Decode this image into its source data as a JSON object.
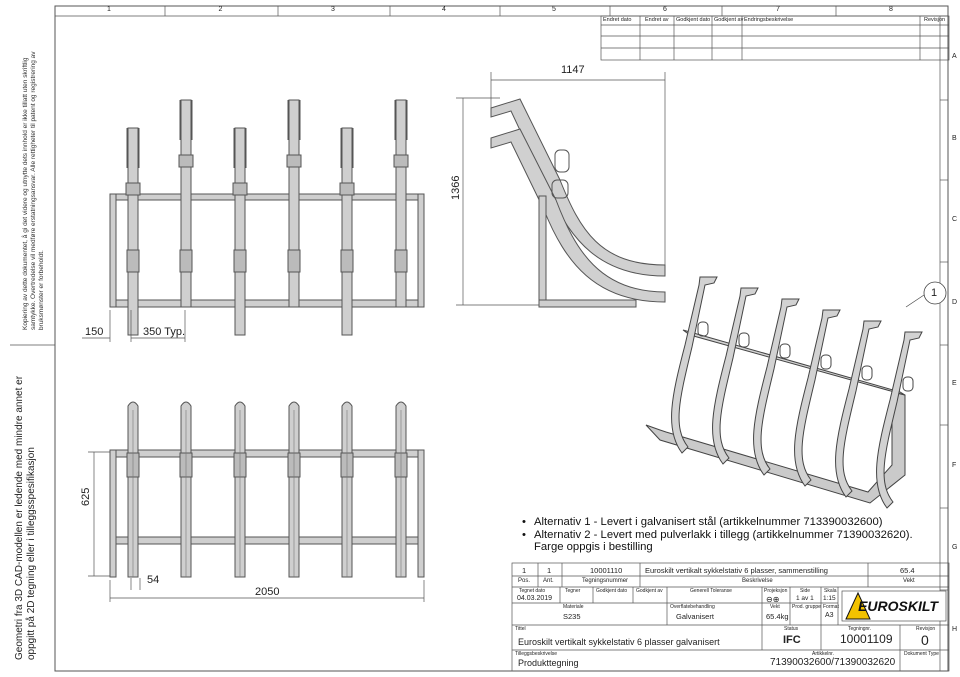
{
  "border": {
    "columns": [
      "1",
      "2",
      "3",
      "4",
      "5",
      "6",
      "7",
      "8"
    ],
    "rows": [
      "A",
      "B",
      "C",
      "D",
      "E",
      "F",
      "G",
      "H"
    ]
  },
  "sidenote_top": "Kopiering av dette dokumentet, å gi det videre og utnytte dets innhold er ikke tillatt uten skriftlig samtykke. Overtredelse vil medføre erstatningsansvar. Alle rettigheter til patent og registrering av bruksmønster er forbeholdt.",
  "sidenote_bottom": "Geometri fra 3D CAD-modellen er ledende med mindre annet er oppgitt på 2D tegning eller i tilleggsspesifikasjon",
  "revision_table": {
    "headers": [
      "Endret dato",
      "Endret av",
      "Godkjent dato",
      "Godkjent av",
      "Endringsbeskrivelse",
      "Revisjon"
    ]
  },
  "dimensions": {
    "d150": "150",
    "d350": "350 Typ.",
    "d1147": "1147",
    "d1366": "1366",
    "d625": "625",
    "d54": "54",
    "d2050": "2050"
  },
  "balloon": "1",
  "notes": {
    "bullet": "•",
    "alt1": "Alternativ 1 - Levert i galvanisert stål (artikkelnummer 713390032600)",
    "alt2": "Alternativ 2 - Levert med pulverlakk i tillegg (artikkelnummer 71390032620).",
    "alt2b": "Farge oppgis i bestilling"
  },
  "title_block": {
    "bom_row": [
      "1",
      "1",
      "10001110",
      "Euroskilt vertikalt sykkelstativ 6 plasser, sammenstilling",
      "65.4"
    ],
    "bom_headers": [
      "Pos.",
      "Ant.",
      "Tegningsnummer",
      "Beskrivelse",
      "Vekt"
    ],
    "tegnet_dato_label": "Tegnet dato",
    "tegnet_dato": "04.03.2019",
    "tegner_label": "Tegner",
    "godkjent_dato_label": "Godkjent dato",
    "godkjent_av_label": "Godkjent av",
    "generell_toleranse_label": "Generell Toleranse",
    "projeksjon_label": "Projeksjon",
    "side_label": "Side",
    "side": "1 av 1",
    "skala_label": "Skala",
    "skala": "1:15",
    "materiale_label": "Materiale",
    "materiale": "S235",
    "overflate_label": "Overflatebehandling",
    "overflate": "Galvanisert",
    "vekt_label": "Vekt",
    "vekt": "65.4kg",
    "prod_gruppe_label": "Prod. gruppe",
    "format_label": "Format",
    "format": "A3",
    "logo": "EUROSKILT",
    "tittel_label": "Tittel",
    "status_label": "Status",
    "status": "IFC",
    "tegningnr_label": "Tegningnr.",
    "tegningnr": "10001109",
    "revisjon_label": "Revisjon",
    "revisjon": "0",
    "tittel": "Euroskilt vertikalt sykkelstativ 6 plasser galvanisert",
    "tillegg_label": "Tilleggsbeskrivelse",
    "tillegg": "Produkttegning",
    "artikkel_label": "Artikkelnr.",
    "artikkel": "71390032600/71390032620",
    "doktype_label": "Dokument Type"
  },
  "colors": {
    "line": "#444444",
    "fill": "#c8c8c8",
    "dark": "#666666",
    "logo_yellow": "#f2c200"
  }
}
